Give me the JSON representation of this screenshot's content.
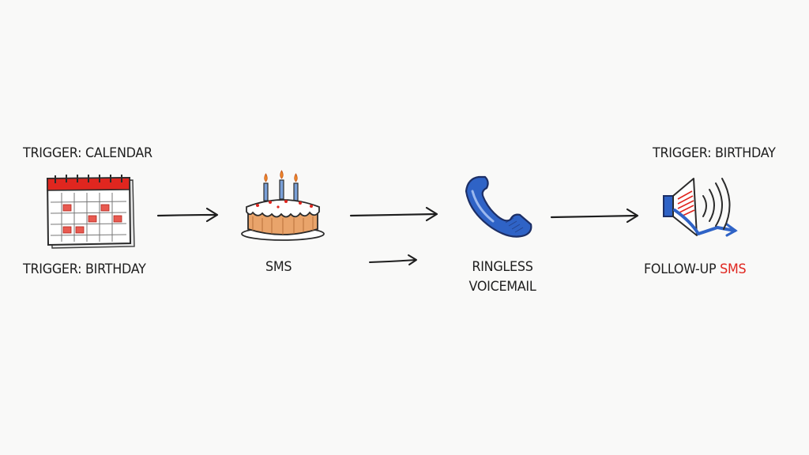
{
  "diagram": {
    "calendar": {
      "label_top": "TRIGGER: CALENDAR",
      "label_bottom": "TRIGGER: BIRTHDAY",
      "icon": "calendar-icon"
    },
    "sms": {
      "label": "SMS",
      "icon": "birthday-cake-icon"
    },
    "voicemail": {
      "label_line1": "RINGLESS",
      "label_line2": "VOICEMAIL",
      "icon": "phone-handset-icon"
    },
    "followup": {
      "label_top": "TRIGGER: BIRTHDAY",
      "label_prefix": "FOLLOW-UP ",
      "label_accent": "SMS",
      "icon": "speaker-icon"
    },
    "colors": {
      "ink": "#1e1e1e",
      "accent_red": "#e0261f",
      "accent_blue": "#2f63c6",
      "cake_orange": "#e9a46b",
      "background": "#f9f9f8"
    }
  }
}
